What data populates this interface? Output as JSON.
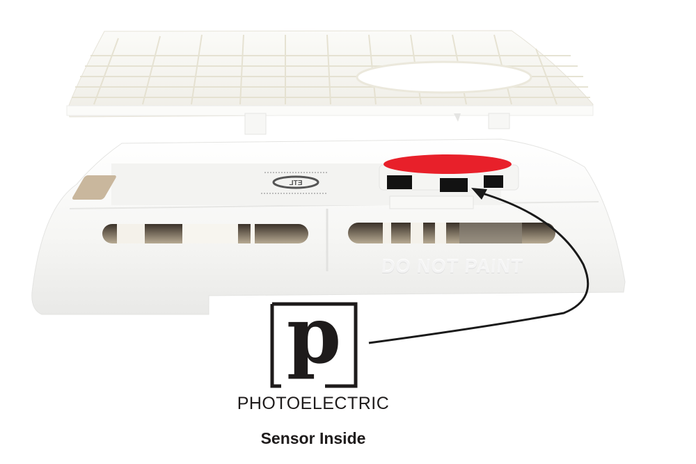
{
  "product_photo": {
    "subject": "smoke alarm with cover removed",
    "embossed_text": "DO NOT PAINT",
    "certification_mark": "ETL",
    "sensor_chamber_color": "#e8202a"
  },
  "badge": {
    "icon": "photoelectric-p-icon",
    "letter": "p",
    "title": "PHOTOELECTRIC",
    "subtitle": "Sensor Inside",
    "color": "#1e1b1b"
  },
  "annotation": {
    "type": "curved-arrow",
    "from": "badge",
    "to": "sensor-chamber",
    "color": "#1a1a1a"
  }
}
